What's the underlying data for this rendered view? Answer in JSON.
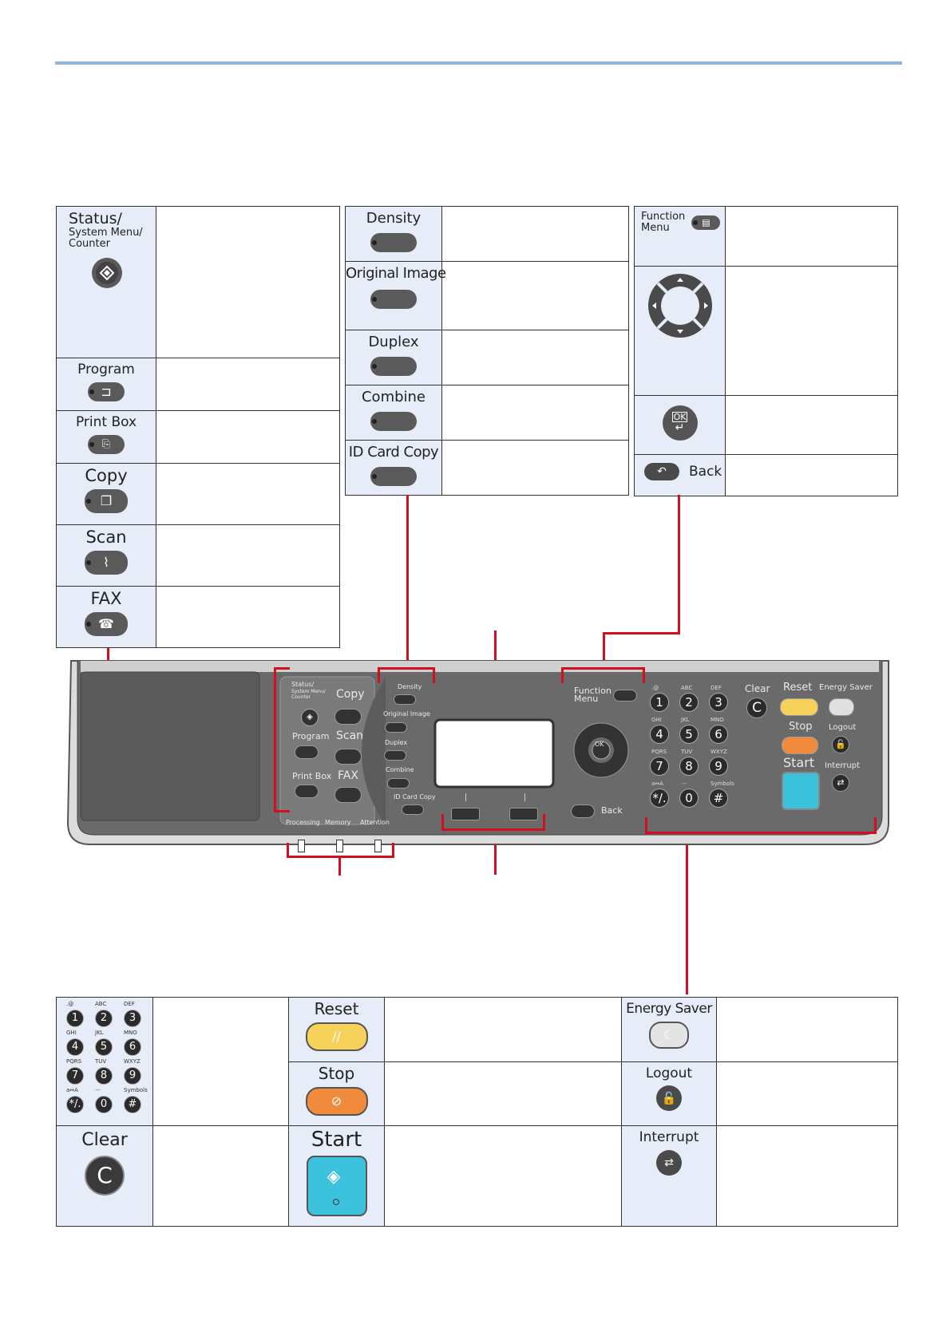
{
  "left_keys": {
    "status": {
      "line1": "Status/",
      "line2": "System Menu/",
      "line3": "Counter"
    },
    "program": "Program",
    "print_box": "Print Box",
    "copy": "Copy",
    "scan": "Scan",
    "fax": "FAX"
  },
  "middle_keys": [
    "Density",
    "Original Image",
    "Duplex",
    "Combine",
    "ID Card Copy"
  ],
  "right_keys": {
    "function_menu": {
      "line1": "Function",
      "line2": "Menu"
    },
    "ok": "OK",
    "back": "Back"
  },
  "panel": {
    "status_l1": "Status/",
    "status_l2": "System Menu/",
    "status_l3": "Counter",
    "copy": "Copy",
    "program": "Program",
    "scan": "Scan",
    "print_box": "Print Box",
    "fax": "FAX",
    "density": "Density",
    "original_image": "Original Image",
    "duplex": "Duplex",
    "combine": "Combine",
    "id_card_copy": "ID Card Copy",
    "processing": "Processing",
    "memory": "Memory",
    "attention": "Attention",
    "function_menu_l1": "Function",
    "function_menu_l2": "Menu",
    "back": "Back",
    "ok": "OK",
    "clear": "Clear",
    "reset": "Reset",
    "energy_saver": "Energy Saver",
    "stop": "Stop",
    "logout": "Logout",
    "start": "Start",
    "interrupt": "Interrupt",
    "keypad": [
      {
        "digit": "1",
        "letters": ".@"
      },
      {
        "digit": "2",
        "letters": "ABC"
      },
      {
        "digit": "3",
        "letters": "DEF"
      },
      {
        "digit": "4",
        "letters": "GHI"
      },
      {
        "digit": "5",
        "letters": "JKL"
      },
      {
        "digit": "6",
        "letters": "MNO"
      },
      {
        "digit": "7",
        "letters": "PQRS"
      },
      {
        "digit": "8",
        "letters": "TUV"
      },
      {
        "digit": "9",
        "letters": "WXYZ"
      },
      {
        "digit": "*/.",
        "letters": "a↔A"
      },
      {
        "digit": "0",
        "letters": "·-·"
      },
      {
        "digit": "#",
        "letters": "Symbols"
      }
    ]
  },
  "bottom_keys": {
    "reset": "Reset",
    "stop": "Stop",
    "clear": "Clear",
    "start": "Start",
    "energy_saver": "Energy Saver",
    "logout": "Logout",
    "interrupt": "Interrupt"
  },
  "colors": {
    "accent_line": "#8fb3e3",
    "key_bg": "#e6ecf8",
    "leader_red": "#d0101e",
    "reset_yellow": "#f6d25a",
    "stop_orange": "#f08a3c",
    "start_cyan": "#3cc2dc",
    "panel_gray": "#6a6a6a"
  }
}
